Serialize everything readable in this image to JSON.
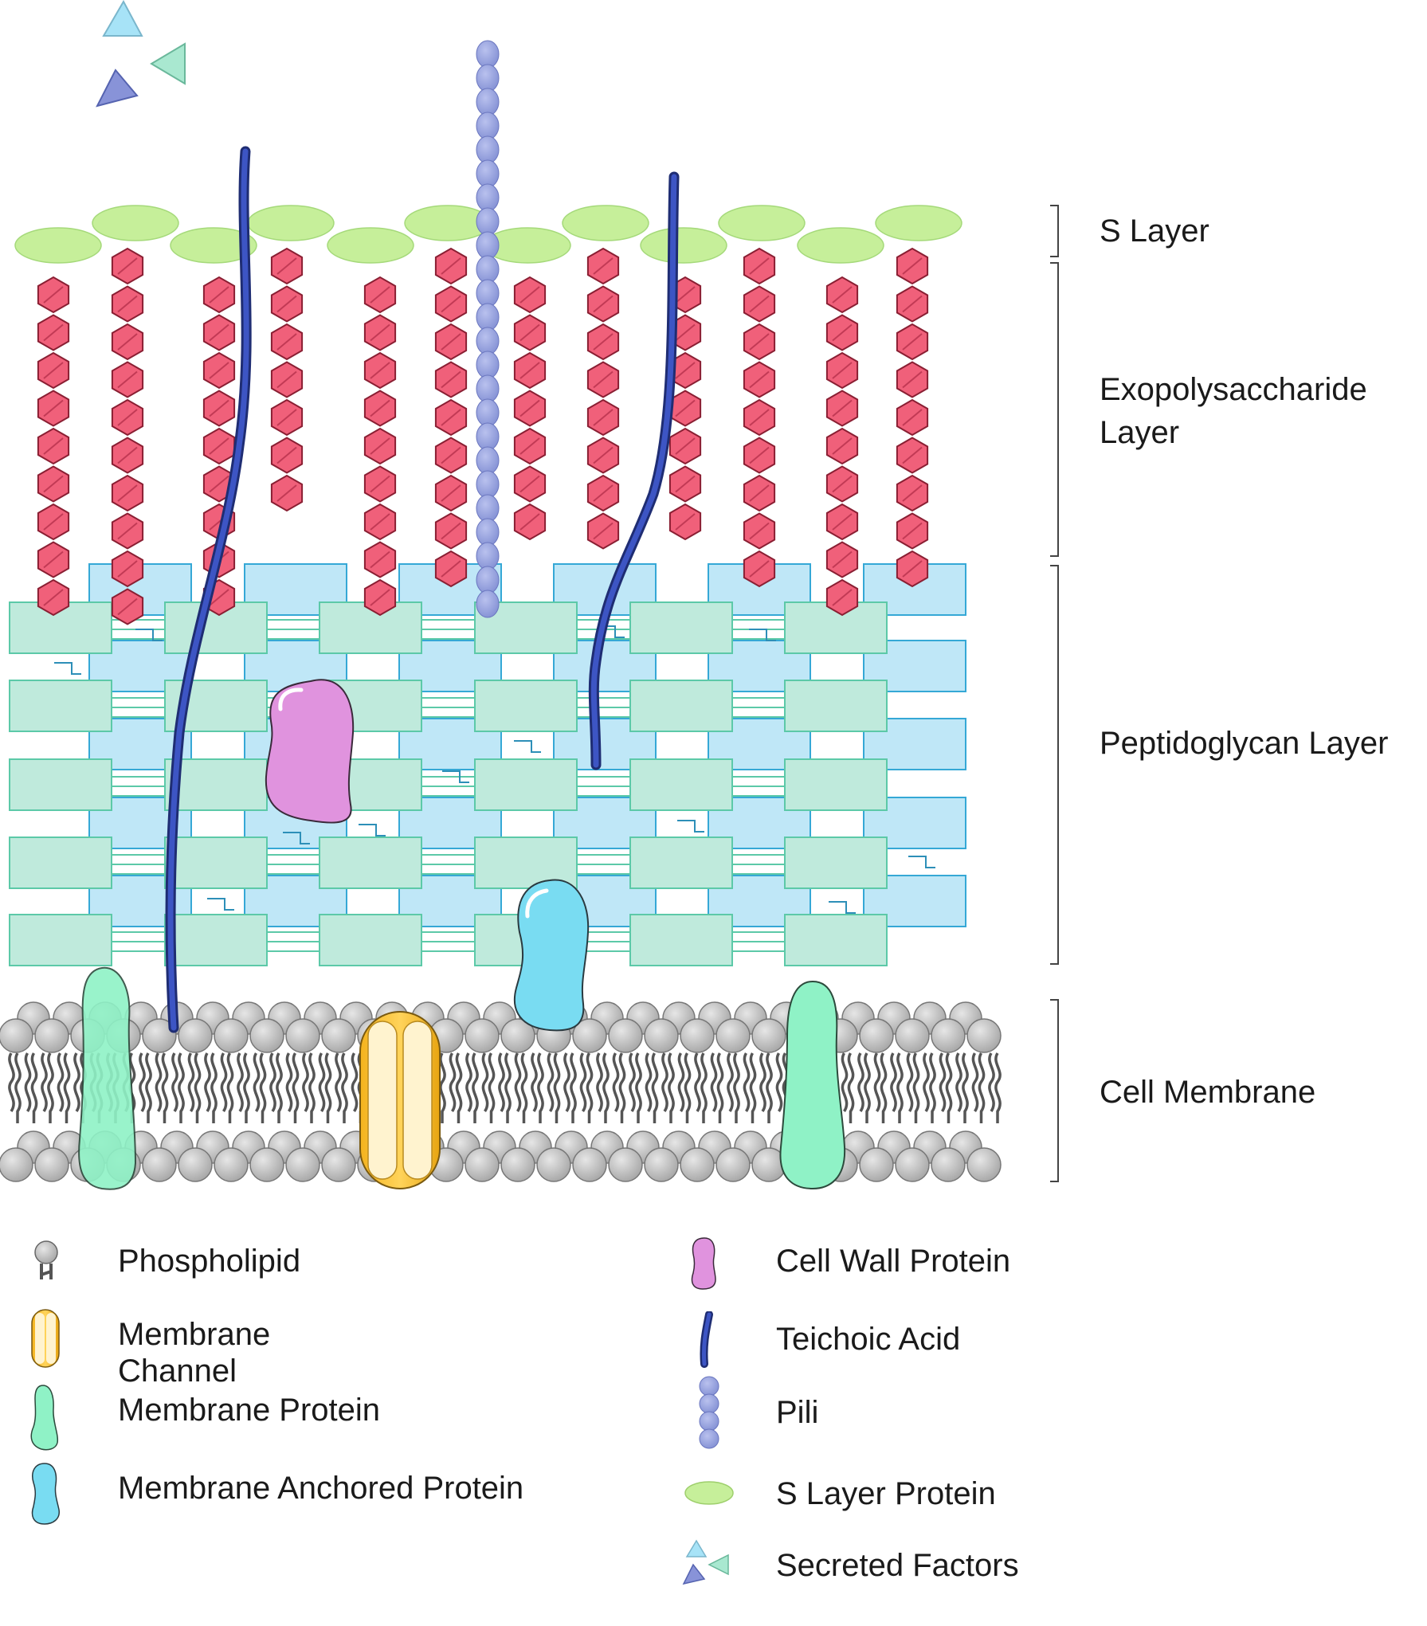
{
  "layers": {
    "s_layer": "S Layer",
    "exopolysaccharide_line1": "Exopolysaccharide",
    "exopolysaccharide_line2": "Layer",
    "peptidoglycan": "Peptidoglycan Layer",
    "cell_membrane": "Cell Membrane"
  },
  "legend": {
    "phospholipid": "Phospholipid",
    "membrane_channel_line1": "Membrane",
    "membrane_channel_line2": "Channel",
    "membrane_protein": "Membrane Protein",
    "membrane_anchored_protein": "Membrane Anchored Protein",
    "cell_wall_protein": "Cell Wall Protein",
    "teichoic_acid": "Teichoic Acid",
    "pili": "Pili",
    "s_layer_protein": "S Layer Protein",
    "secreted_factors": "Secreted Factors"
  },
  "colors": {
    "s_layer_protein": "#c6ef9a",
    "sugar": "#f0607a",
    "peptidoglycan_blue": "#bfe7f7",
    "peptidoglycan_green": "#bfeadc",
    "teichoic_acid": "#2c3f9b",
    "pili": "#8f9ad8",
    "phospholipid": "#b9b9b9",
    "membrane_channel": "#f2b620",
    "membrane_protein": "#8ff2c6",
    "membrane_anchored_protein": "#79dcf2",
    "cell_wall_protein": "#e08fdc"
  }
}
